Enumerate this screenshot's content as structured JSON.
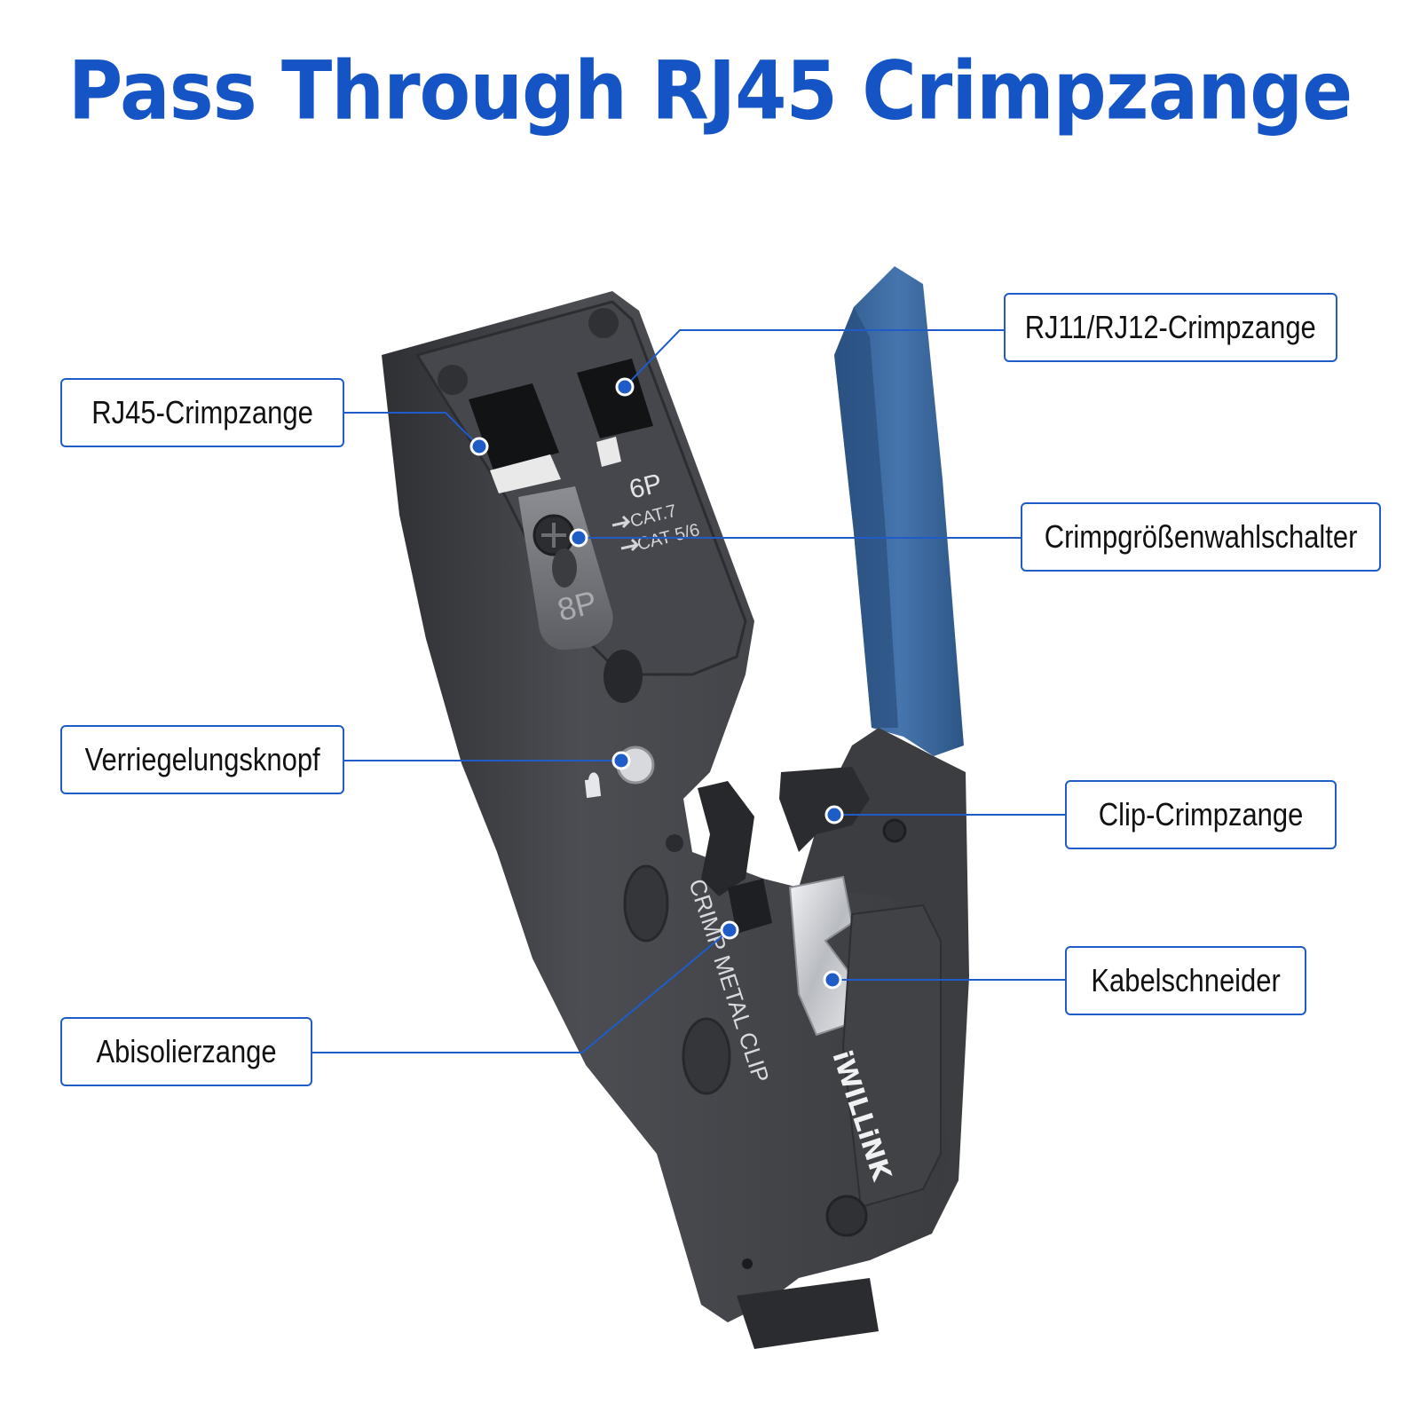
{
  "title": "Pass Through RJ45 Crimpzange",
  "tool": {
    "markings": {
      "six_pin": "6P",
      "cat7": "CAT.7",
      "cat56": "CAT 5/6",
      "eight_pin": "8P",
      "crimp_metal_clip": "CRIMP METAL CLIP",
      "brand": "iWILLiNK"
    }
  },
  "callouts": {
    "rj45": "RJ45-Crimpzange",
    "rj11": "RJ11/RJ12-Crimpzange",
    "size_switch": "Crimpgrößenwahlschalter",
    "lock": "Verriegelungsknopf",
    "clip": "Clip-Crimpzange",
    "cutter": "Kabelschneider",
    "stripper": "Abisolierzange"
  },
  "colors": {
    "title": "#1554c4",
    "leader": "#1f5cc8",
    "handle_blue": "#3f6fa6",
    "body_dark": "#4a4c50"
  }
}
